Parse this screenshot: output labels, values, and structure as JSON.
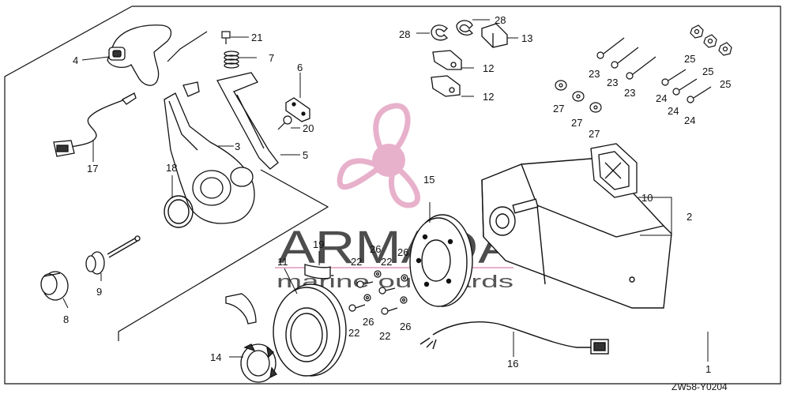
{
  "diagram": {
    "code": "ZW58-Y0204",
    "parts": [
      {
        "key": "p1",
        "label": "1",
        "name": "remote-control-box"
      },
      {
        "key": "p2",
        "label": "2",
        "name": "control-box-case"
      },
      {
        "key": "p3",
        "label": "3",
        "name": "control-lever-arm"
      },
      {
        "key": "p4",
        "label": "4",
        "name": "lever-grip"
      },
      {
        "key": "p5",
        "label": "5",
        "name": "throttle-link"
      },
      {
        "key": "p6",
        "label": "6",
        "name": "friction-plate"
      },
      {
        "key": "p7",
        "label": "7",
        "name": "spring"
      },
      {
        "key": "p8",
        "label": "8",
        "name": "cap"
      },
      {
        "key": "p9",
        "label": "9",
        "name": "shaft"
      },
      {
        "key": "p10",
        "label": "10",
        "name": "gasket-plate"
      },
      {
        "key": "p11",
        "label": "11",
        "name": "cover"
      },
      {
        "key": "p12a",
        "label": "12",
        "name": "clamp-a"
      },
      {
        "key": "p12b",
        "label": "12",
        "name": "clamp-b"
      },
      {
        "key": "p13",
        "label": "13",
        "name": "clip-13"
      },
      {
        "key": "p14",
        "label": "14",
        "name": "switch-ring"
      },
      {
        "key": "p15",
        "label": "15",
        "name": "gear-plate"
      },
      {
        "key": "p16",
        "label": "16",
        "name": "wire-harness"
      },
      {
        "key": "p17",
        "label": "17",
        "name": "trim-switch-wire"
      },
      {
        "key": "p18",
        "label": "18",
        "name": "o-ring"
      },
      {
        "key": "p19",
        "label": "19",
        "name": "seal-strip"
      },
      {
        "key": "p20",
        "label": "20",
        "name": "screw-20"
      },
      {
        "key": "p21",
        "label": "21",
        "name": "screw-21"
      },
      {
        "key": "p22a",
        "label": "22",
        "name": "bolt-22a"
      },
      {
        "key": "p22b",
        "label": "22",
        "name": "bolt-22b"
      },
      {
        "key": "p22c",
        "label": "22",
        "name": "bolt-22c"
      },
      {
        "key": "p22d",
        "label": "22",
        "name": "bolt-22d"
      },
      {
        "key": "p23a",
        "label": "23",
        "name": "screw-23a"
      },
      {
        "key": "p23b",
        "label": "23",
        "name": "screw-23b"
      },
      {
        "key": "p23c",
        "label": "23",
        "name": "screw-23c"
      },
      {
        "key": "p24a",
        "label": "24",
        "name": "screw-24a"
      },
      {
        "key": "p24b",
        "label": "24",
        "name": "screw-24b"
      },
      {
        "key": "p24c",
        "label": "24",
        "name": "screw-24c"
      },
      {
        "key": "p25a",
        "label": "25",
        "name": "nut-25a"
      },
      {
        "key": "p25b",
        "label": "25",
        "name": "nut-25b"
      },
      {
        "key": "p25c",
        "label": "25",
        "name": "nut-25c"
      },
      {
        "key": "p26a",
        "label": "26",
        "name": "washer-26a"
      },
      {
        "key": "p26b",
        "label": "26",
        "name": "washer-26b"
      },
      {
        "key": "p26c",
        "label": "26",
        "name": "washer-26c"
      },
      {
        "key": "p27a",
        "label": "27",
        "name": "washer-27a"
      },
      {
        "key": "p27b",
        "label": "27",
        "name": "washer-27b"
      },
      {
        "key": "p27c",
        "label": "27",
        "name": "washer-27c"
      },
      {
        "key": "p28a",
        "label": "28",
        "name": "clip-28a"
      },
      {
        "key": "p28b",
        "label": "28",
        "name": "clip-28b"
      }
    ]
  },
  "watermark": {
    "brand": "ARMADA",
    "tagline": "marine outboards",
    "logo_color": "#e6a9c6",
    "text_color": "#3a3a3a"
  },
  "colors": {
    "line": "#111111",
    "background": "#ffffff"
  }
}
